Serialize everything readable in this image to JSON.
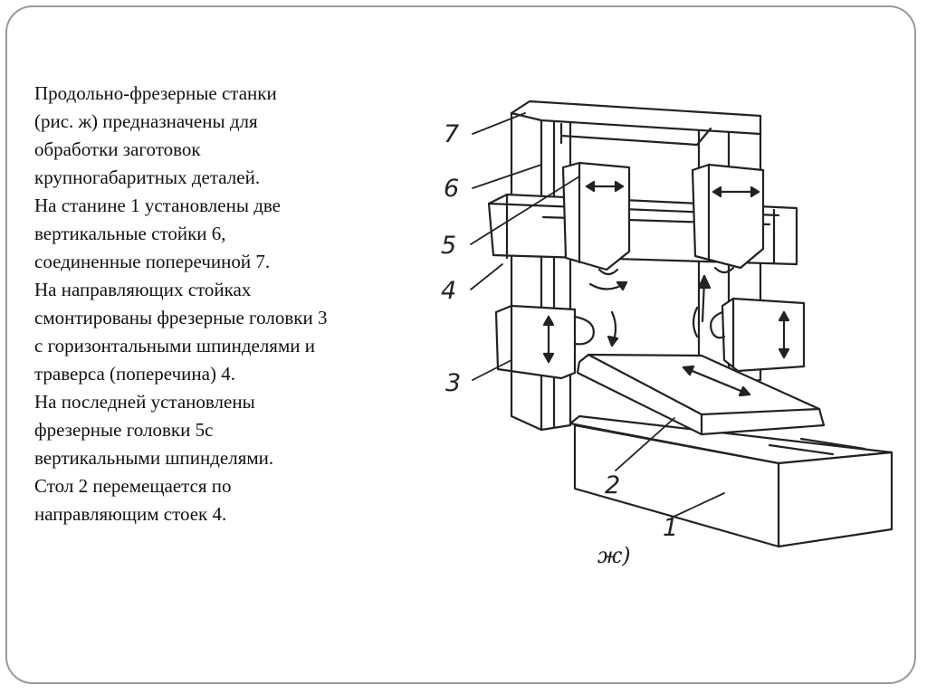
{
  "slide": {
    "paragraph_lines": [
      "Продольно-фрезерные станки",
      "(рис. ж) предназначены для",
      "обработки заготовок",
      "крупногабаритных деталей.",
      "На станине 1 установлены две",
      "вертикальные стойки 6,",
      "соединенные поперечиной 7.",
      "На направляющих стойках",
      "смонтированы фрезерные головки 3",
      "с горизонтальными шпинделями и",
      "траверса (поперечина) 4.",
      "На последней установлены",
      "фрезерные головки 5с",
      "вертикальными шпинделями.",
      "Стол 2 перемещается по",
      "направляющим стоек 4."
    ]
  },
  "diagram": {
    "callouts": [
      "7",
      "6",
      "5",
      "4",
      "3",
      "2",
      "1"
    ],
    "caption": "ж)",
    "colors": {
      "line": "#222222",
      "frame": "#9a9a9a"
    }
  }
}
